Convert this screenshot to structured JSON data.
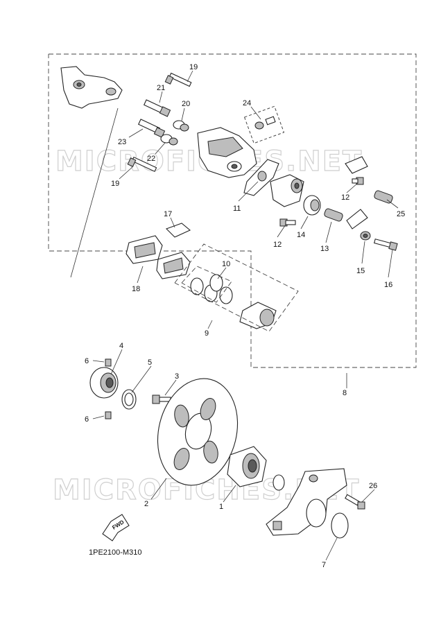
{
  "watermark": "MICROFICHES.NET",
  "diagram_code": "1PE2100-M310",
  "fwd_label": "FWD",
  "callouts": {
    "c1": "1",
    "c2": "2",
    "c3": "3",
    "c4": "4",
    "c5": "5",
    "c6a": "6",
    "c6b": "6",
    "c7": "7",
    "c8": "8",
    "c9": "9",
    "c10": "10",
    "c11": "11",
    "c12a": "12",
    "c12b": "12",
    "c13": "13",
    "c14": "14",
    "c15": "15",
    "c16": "16",
    "c17": "17",
    "c18": "18",
    "c19a": "19",
    "c19b": "19",
    "c20": "20",
    "c21": "21",
    "c22": "22",
    "c23": "23",
    "c24": "24",
    "c25": "25",
    "c26": "26"
  }
}
